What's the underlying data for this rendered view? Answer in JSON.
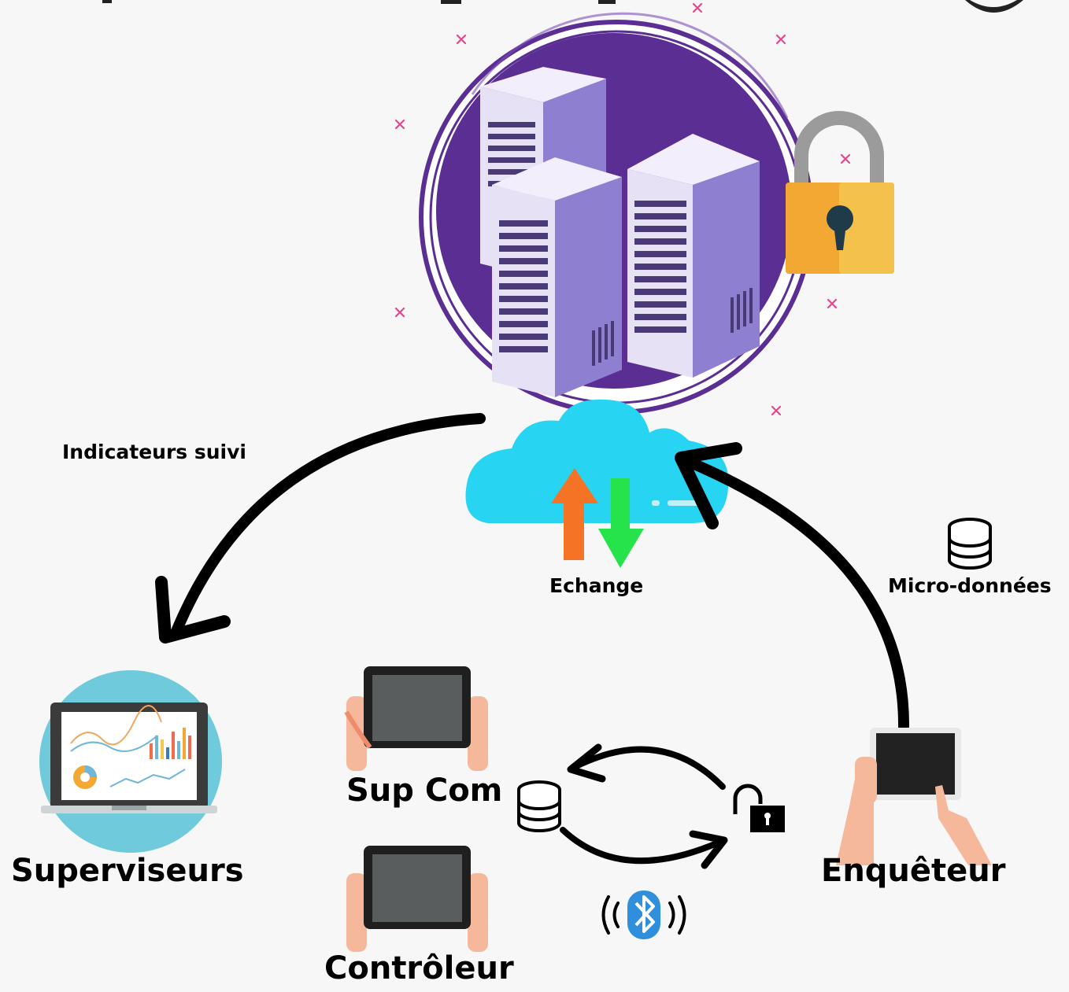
{
  "labels": {
    "indicateurs": "Indicateurs suivi",
    "echange": "Echange",
    "micro": "Micro-données",
    "superviseurs": "Superviseurs",
    "supcom": "Sup Com",
    "controleur": "Contrôleur",
    "enqueteur": "Enquêteur"
  },
  "colors": {
    "background": "#f7f7f7",
    "server_circle": "#5a2e92",
    "server_light": "#e7e1f6",
    "server_side": "#8f7fd0",
    "cloud": "#27d5f2",
    "arrow_up": "#f47325",
    "arrow_down": "#27e34b",
    "lock": "#f2a833",
    "bluetooth": "#2f8fdd",
    "laptop_circle": "#6fcadb",
    "accent_marks": "#e4468f"
  },
  "icons": [
    "server-icon",
    "padlock-icon",
    "cloud-icon",
    "database-icon",
    "unlock-icon",
    "bluetooth-icon",
    "laptop-icon",
    "tablet-icon"
  ]
}
